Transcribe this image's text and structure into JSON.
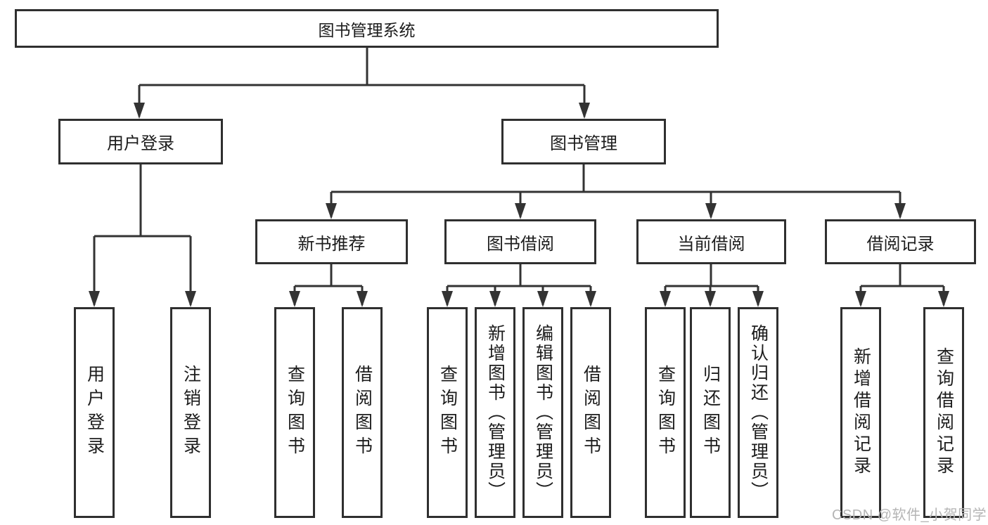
{
  "diagram": {
    "type": "hierarchy-tree",
    "tree": {
      "label": "图书管理系统",
      "children": [
        {
          "label": "用户登录",
          "children": [
            {
              "label": "用户登录"
            },
            {
              "label": "注销登录"
            }
          ]
        },
        {
          "label": "图书管理",
          "children": [
            {
              "label": "新书推荐",
              "children": [
                {
                  "label": "查询图书"
                },
                {
                  "label": "借阅图书"
                }
              ]
            },
            {
              "label": "图书借阅",
              "children": [
                {
                  "label": "查询图书"
                },
                {
                  "label": "新增图书（管理员）"
                },
                {
                  "label": "编辑图书（管理员）"
                },
                {
                  "label": "借阅图书"
                }
              ]
            },
            {
              "label": "当前借阅",
              "children": [
                {
                  "label": "查询图书"
                },
                {
                  "label": "归还图书"
                },
                {
                  "label": "确认归还（管理员）"
                }
              ]
            },
            {
              "label": "借阅记录",
              "children": [
                {
                  "label": "新增借阅记录"
                },
                {
                  "label": "查询借阅记录"
                }
              ]
            }
          ]
        }
      ]
    },
    "watermark": "CSDN @软件_小贺同学",
    "colors": {
      "line": "#333333",
      "border": "#2f2f2f",
      "text": "#1c1c1c",
      "background": "#ffffff",
      "watermark": "#b5b5b5"
    }
  }
}
